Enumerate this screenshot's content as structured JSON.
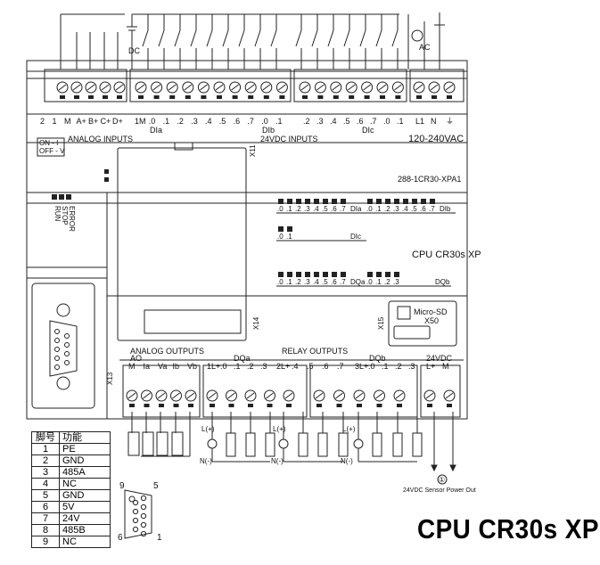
{
  "top_terminal_labels": {
    "analog": [
      "2",
      "1",
      "M",
      "A+",
      "B+",
      "C+",
      "D+"
    ],
    "group_a": [
      "1M",
      ".0",
      ".1",
      ".2",
      ".3",
      ".4",
      ".5",
      ".6",
      ".7",
      ".0",
      ".1"
    ],
    "group_b": [
      ".2",
      ".3",
      ".4",
      ".5",
      ".6",
      ".7",
      ".0",
      ".1"
    ],
    "power": [
      "L1",
      "N",
      "⏚"
    ]
  },
  "top_group_names": {
    "dia": "DIa",
    "dib": "DIb",
    "dic": "DIc"
  },
  "top_section_titles": {
    "analog_inputs": "ANALOG INPUTS",
    "dc_inputs": "24VDC INPUTS",
    "ac_supply": "120-240VAC",
    "switch_on": "ON - I",
    "switch_off": "OFF - V",
    "x11": "X11",
    "dc": "DC",
    "ac": "AC"
  },
  "status_leds": [
    "RUN",
    "STOP",
    "ERROR"
  ],
  "part_number": "288-1CR30-XPA1",
  "model_label": "CPU CR30s XP",
  "led_rows": {
    "dia_leds": [
      ".0",
      ".1",
      ".2",
      ".3",
      ".4",
      ".5",
      ".6",
      ".7"
    ],
    "dia_name": "DIa",
    "dib_leds": [
      ".0",
      ".1",
      ".2",
      ".3",
      ".4",
      ".5",
      ".6",
      ".7"
    ],
    "dib_name": "DIb",
    "dic_leds": [
      ".0",
      ".1"
    ],
    "dic_name": "DIc",
    "dqa_leds": [
      ".0",
      ".1",
      ".2",
      ".3",
      ".4",
      ".5",
      ".6",
      ".7"
    ],
    "dqa_name": "DQa",
    "dqb_leds": [
      ".0",
      ".1",
      ".2",
      ".3"
    ],
    "dqb_name": "DQb"
  },
  "ports": {
    "x14": "X14",
    "x15": "X15",
    "x13": "X13",
    "microsd": "Micro-SD",
    "x50": "X50"
  },
  "bottom_section_titles": {
    "analog_outputs": "ANALOG  OUTPUTS",
    "relay_outputs": "RELAY  OUTPUTS",
    "dqa": "DQa",
    "dqb": "DQb",
    "vdc": "24VDC",
    "ao": "AO"
  },
  "bottom_terminal_labels": {
    "analog": [
      "M",
      "Ia",
      "Va",
      "Ib",
      "Vb"
    ],
    "dqa1": [
      "1L+",
      ".0",
      ".1",
      ".2",
      ".3"
    ],
    "dqa2": [
      "2L+",
      ".4",
      ".5",
      ".6",
      ".7"
    ],
    "dqb": [
      "3L+",
      ".0",
      ".1",
      ".2",
      ".3"
    ],
    "power": [
      "L+",
      "M"
    ]
  },
  "wiring_labels": {
    "lplus": "L(+)",
    "nminus": "N(-)",
    "circle": "①",
    "sensor_power": "24VDC Sensor Power Out"
  },
  "pin_table": {
    "header": [
      "脚号",
      "功能"
    ],
    "rows": [
      [
        "1",
        "PE"
      ],
      [
        "2",
        "GND"
      ],
      [
        "3",
        "485A"
      ],
      [
        "4",
        "NC"
      ],
      [
        "5",
        "GND"
      ],
      [
        "6",
        "5V"
      ],
      [
        "7",
        "24V"
      ],
      [
        "8",
        "485B"
      ],
      [
        "9",
        "NC"
      ]
    ]
  },
  "connector_pins": {
    "p9": "9",
    "p5": "5",
    "p6": "6",
    "p1": "1"
  },
  "caption": "CPU  CR30s XP"
}
